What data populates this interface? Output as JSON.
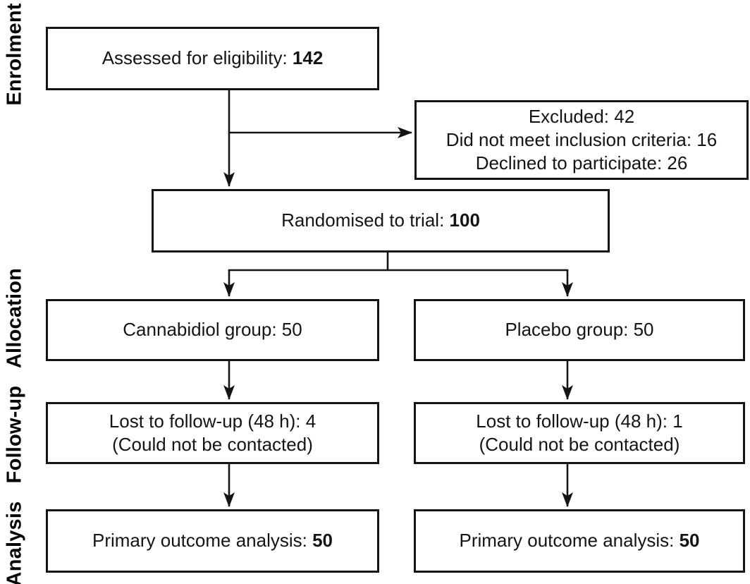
{
  "figure": {
    "stage_labels": [
      "Enrolment",
      "Allocation",
      "Follow-up",
      "Analysis"
    ],
    "boxes": {
      "assessed": {
        "label": "Assessed for eligibility: ",
        "value": "142"
      },
      "excluded": {
        "lines": [
          "Excluded: 42",
          "Did not meet inclusion criteria: 16",
          "Declined to participate: 26"
        ]
      },
      "randomised": {
        "label": "Randomised to trial: ",
        "value": "100"
      },
      "cannabidiol": {
        "label": "Cannabidiol group: 50"
      },
      "placebo": {
        "label": "Placebo group: 50"
      },
      "lost_cannabidiol": {
        "lines": [
          "Lost to follow-up (48 h): 4",
          "(Could not be contacted)"
        ]
      },
      "lost_placebo": {
        "lines": [
          "Lost to follow-up (48 h): 1",
          "(Could not be contacted)"
        ]
      },
      "outcome_cannabidiol": {
        "label": "Primary outcome analysis: ",
        "value": "50"
      },
      "outcome_placebo": {
        "label": "Primary outcome analysis: ",
        "value": "50"
      }
    },
    "colors": {
      "line": "#141414",
      "text": "#141414",
      "background": "#ffffff"
    }
  }
}
